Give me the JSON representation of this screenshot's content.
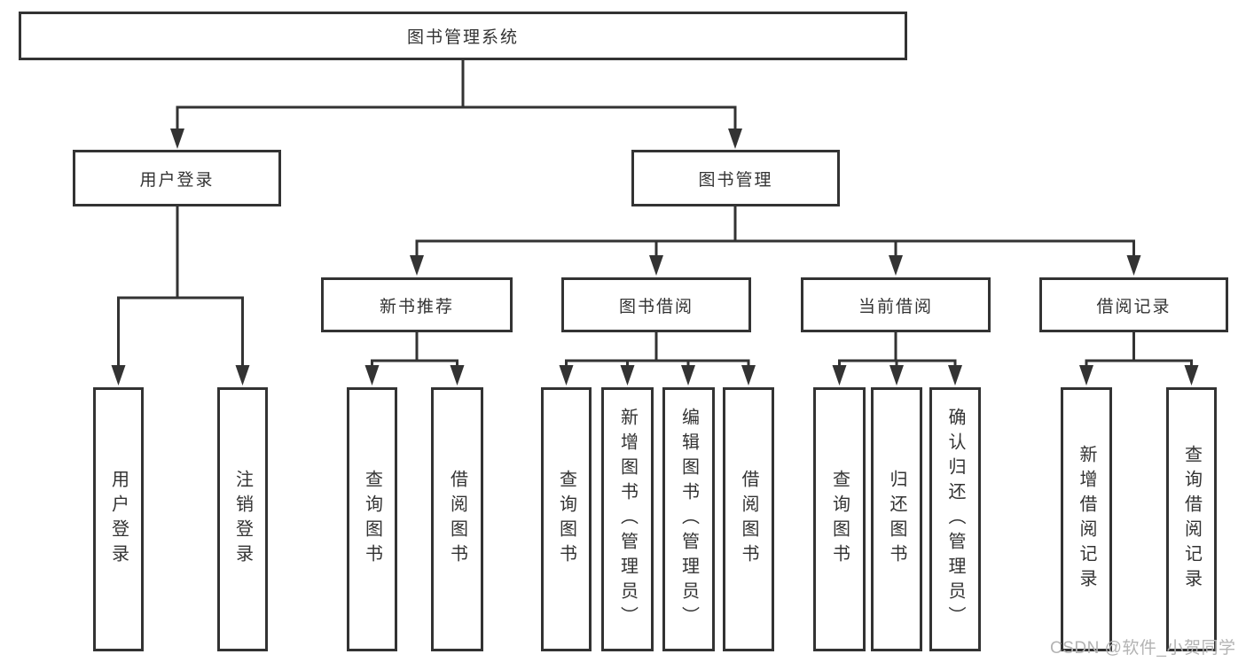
{
  "tree": {
    "label": "图书管理系统",
    "children": [
      {
        "label": "用户登录",
        "children": [
          {
            "label": "用户登录"
          },
          {
            "label": "注销登录"
          }
        ]
      },
      {
        "label": "图书管理",
        "children": [
          {
            "label": "新书推荐",
            "children": [
              {
                "label": "查询图书"
              },
              {
                "label": "借阅图书"
              }
            ]
          },
          {
            "label": "图书借阅",
            "children": [
              {
                "label": "查询图书"
              },
              {
                "label": "新增图书（管理员）"
              },
              {
                "label": "编辑图书（管理员）"
              },
              {
                "label": "借阅图书"
              }
            ]
          },
          {
            "label": "当前借阅",
            "children": [
              {
                "label": "查询图书"
              },
              {
                "label": "归还图书"
              },
              {
                "label": "确认归还（管理员）"
              }
            ]
          },
          {
            "label": "借阅记录",
            "children": [
              {
                "label": "新增借阅记录"
              },
              {
                "label": "查询借阅记录"
              }
            ]
          }
        ]
      }
    ]
  },
  "watermark": {
    "text": "CSDN @软件_小贺同学"
  },
  "colors": {
    "line": "#333333",
    "text": "#333333",
    "box_border": "#333333",
    "background": "#ffffff",
    "watermark": "#b3b3b3"
  }
}
